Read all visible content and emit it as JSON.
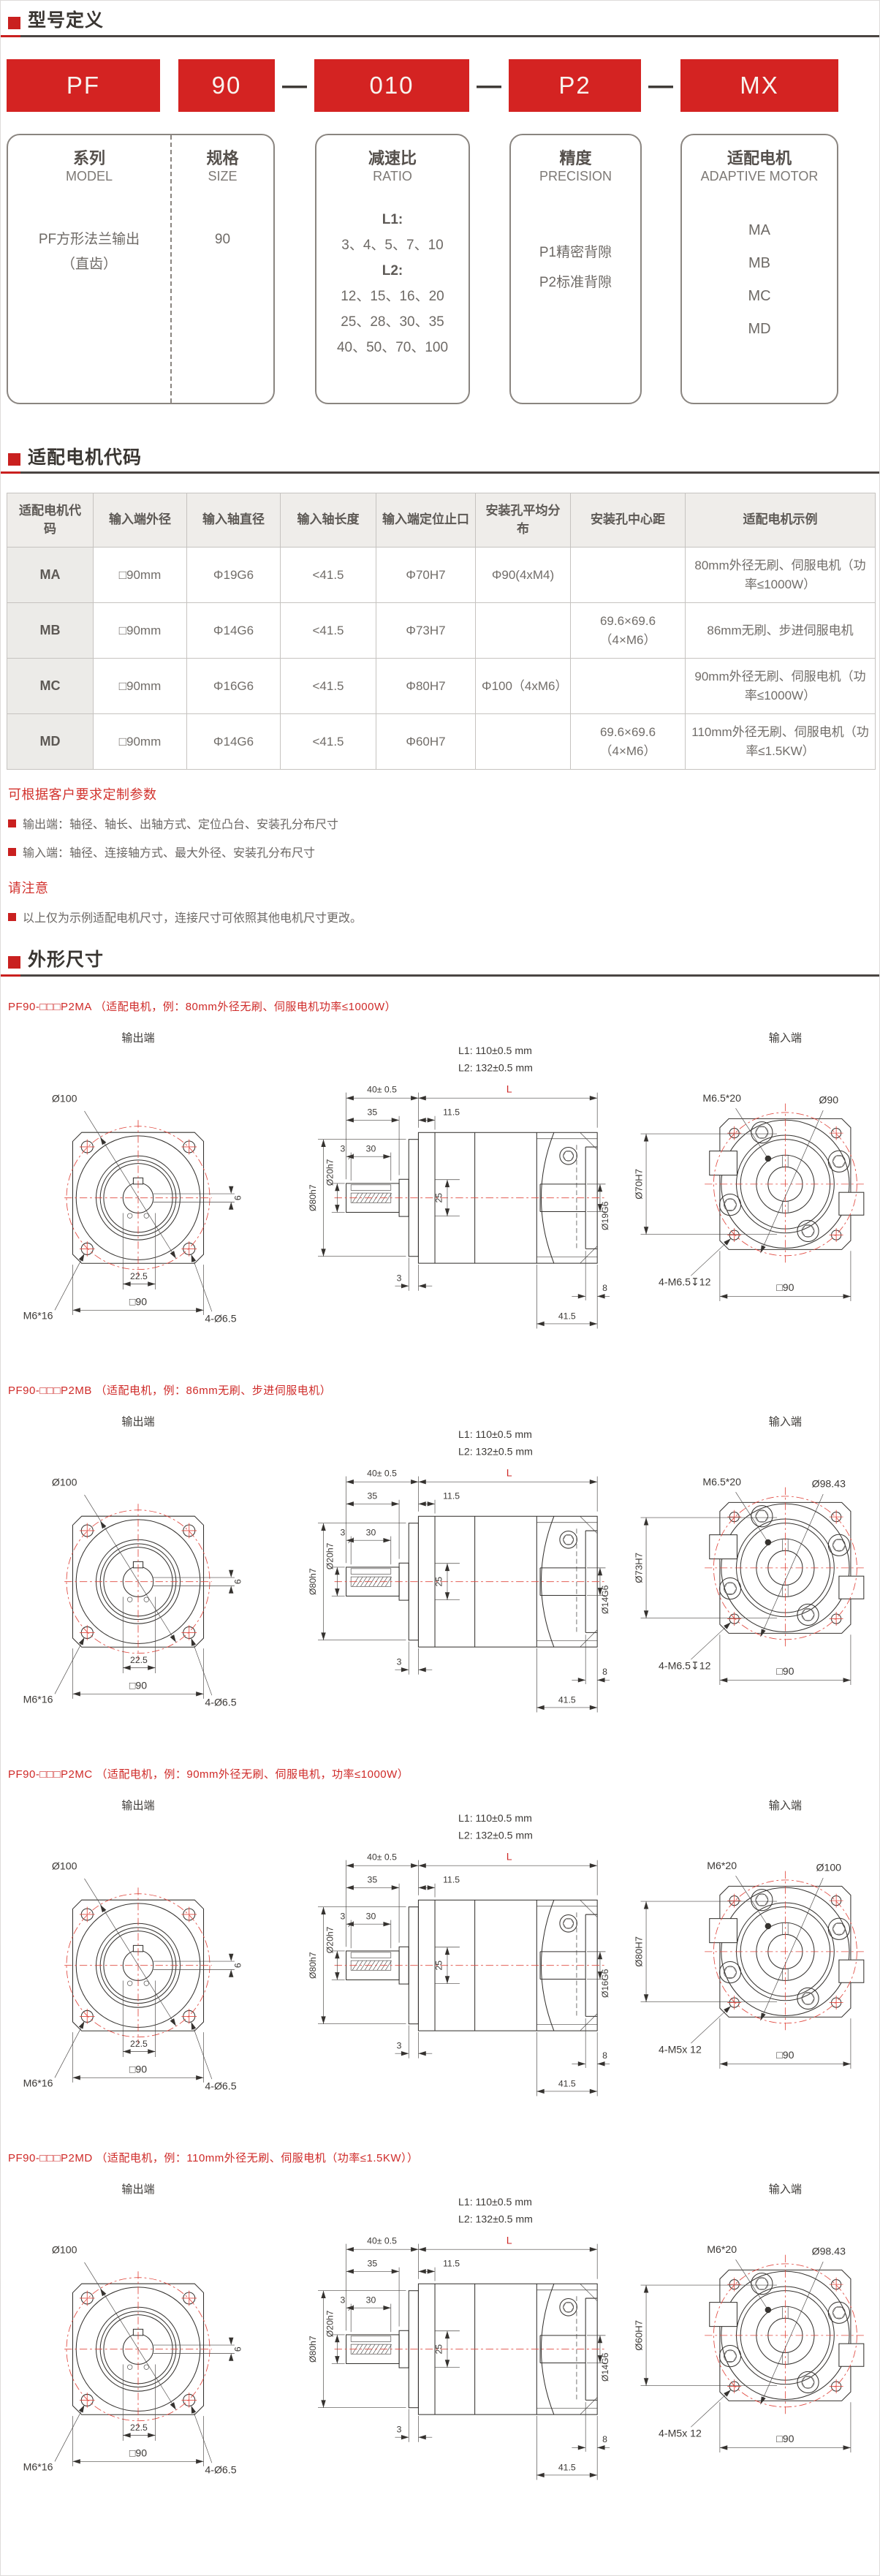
{
  "sections": {
    "model_definition": {
      "title": "型号定义",
      "separator": "—",
      "code_parts": [
        "PF",
        "90",
        "010",
        "P2",
        "MX"
      ],
      "boxes": {
        "series": {
          "cn": "系列",
          "en": "MODEL",
          "lines": [
            "PF方形法兰输出",
            "（直齿）"
          ]
        },
        "size": {
          "cn": "规格",
          "en": "SIZE",
          "value": "90"
        },
        "ratio": {
          "cn": "减速比",
          "en": "RATIO",
          "lines": [
            {
              "t": "L1:",
              "b": true
            },
            {
              "t": "3、4、5、7、10",
              "b": false
            },
            {
              "t": "L2:",
              "b": true
            },
            {
              "t": "12、15、16、20",
              "b": false
            },
            {
              "t": "25、28、30、35",
              "b": false
            },
            {
              "t": "40、50、70、100",
              "b": false
            }
          ]
        },
        "precision": {
          "cn": "精度",
          "en": "PRECISION",
          "lines": [
            "P1精密背隙",
            "P2标准背隙"
          ]
        },
        "motor": {
          "cn": "适配电机",
          "en": "ADAPTIVE MOTOR",
          "codes": [
            "MA",
            "MB",
            "MC",
            "MD"
          ]
        }
      }
    },
    "motor_code": {
      "title": "适配电机代码",
      "table": {
        "columns": [
          "适配电机代码",
          "输入端外径",
          "输入轴直径",
          "输入轴长度",
          "输入端定位止口",
          "安装孔平均分布",
          "安装孔中心距",
          "适配电机示例"
        ],
        "rows": [
          [
            "MA",
            "□90mm",
            "Φ19G6",
            "<41.5",
            "Φ70H7",
            "Φ90(4xM4)",
            "",
            "80mm外径无刷、伺服电机（功率≤1000W）"
          ],
          [
            "MB",
            "□90mm",
            "Φ14G6",
            "<41.5",
            "Φ73H7",
            "",
            "69.6×69.6（4×M6）",
            "86mm无刷、步进伺服电机"
          ],
          [
            "MC",
            "□90mm",
            "Φ16G6",
            "<41.5",
            "Φ80H7",
            "Φ100（4xM6）",
            "",
            "90mm外径无刷、伺服电机（功率≤1000W）"
          ],
          [
            "MD",
            "□90mm",
            "Φ14G6",
            "<41.5",
            "Φ60H7",
            "",
            "69.6×69.6（4×M6）",
            "110mm外径无刷、伺服电机（功率≤1.5KW）"
          ]
        ]
      },
      "custom_note_title": "可根据客户要求定制参数",
      "notes": [
        "输出端：轴径、轴长、出轴方式、定位凸台、安装孔分布尺寸",
        "输入端：轴径、连接轴方式、最大外径、安装孔分布尺寸"
      ],
      "attention_title": "请注意",
      "attention_notes": [
        "以上仅为示例适配电机尺寸，连接尺寸可依照其他电机尺寸更改。"
      ]
    },
    "dimensions": {
      "title": "外形尺寸",
      "shared": {
        "output": {
          "view_label": "输出端",
          "bolt_circle": "Ø100",
          "corner_screw": "M6*16",
          "holes": "4-Ø6.5",
          "key_offset": "22.5",
          "square": "□90",
          "key_width": "6"
        },
        "side": {
          "l1": "L1: 110±0.5 mm",
          "l2": "L2: 132±0.5 mm",
          "shaft_len": "40± 0.5",
          "len": "L",
          "d35": "35",
          "d115": "11.5",
          "d3": "3",
          "d30": "30",
          "pilot": "Ø80h7",
          "shaft": "Ø20h7",
          "d25": "25",
          "d3b": "3",
          "d415": "41.5",
          "d8": "8"
        },
        "input": {
          "view_label": "输入端",
          "square": "□90"
        }
      },
      "blocks": [
        {
          "title": "PF90-□□□P2MA （适配电机，例：80mm外径无刷、伺服电机功率≤1000W）",
          "side_bore": "Ø19G6",
          "input_screw": "M6.5*20",
          "input_circle": "Ø90",
          "input_pilot": "Ø70H7",
          "input_corner": "4-M6.5↧12"
        },
        {
          "title": "PF90-□□□P2MB （适配电机，例：86mm无刷、步进伺服电机）",
          "side_bore": "Ø14G6",
          "input_screw": "M6.5*20",
          "input_circle": "Ø98.43",
          "input_pilot": "Ø73H7",
          "input_corner": "4-M6.5↧12"
        },
        {
          "title": "PF90-□□□P2MC （适配电机，例：90mm外径无刷、伺服电机，功率≤1000W）",
          "side_bore": "Ø16G6",
          "input_screw": "M6*20",
          "input_circle": "Ø100",
          "input_pilot": "Ø80H7",
          "input_corner": "4-M5x 12"
        },
        {
          "title": "PF90-□□□P2MD （适配电机，例：110mm外径无刷、伺服电机（功率≤1.5KW））",
          "side_bore": "Ø14G6",
          "input_screw": "M6*20",
          "input_circle": "Ø98.43",
          "input_pilot": "Ø60H7",
          "input_corner": "4-M5x 12"
        }
      ]
    }
  }
}
